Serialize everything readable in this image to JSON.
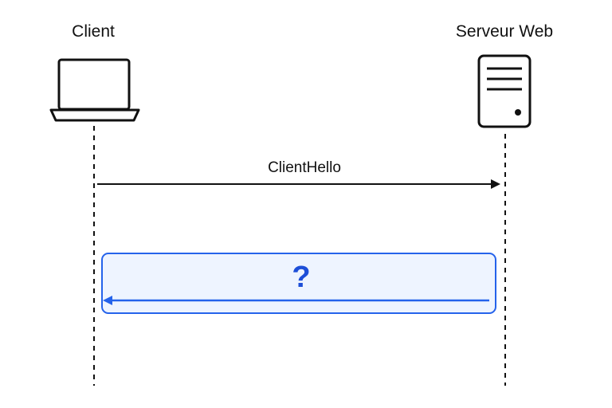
{
  "participants": [
    {
      "id": "client",
      "label": "Client",
      "icon": "laptop-icon"
    },
    {
      "id": "server",
      "label": "Serveur Web",
      "icon": "server-icon"
    }
  ],
  "messages": [
    {
      "from": "client",
      "to": "server",
      "label": "ClientHello"
    },
    {
      "from": "server",
      "to": "client",
      "label": "?",
      "highlighted": true
    }
  ],
  "colors": {
    "line": "#111111",
    "highlight_fill": "#eef4ff",
    "highlight_border": "#2563eb",
    "highlight_text": "#1d4ed8"
  }
}
